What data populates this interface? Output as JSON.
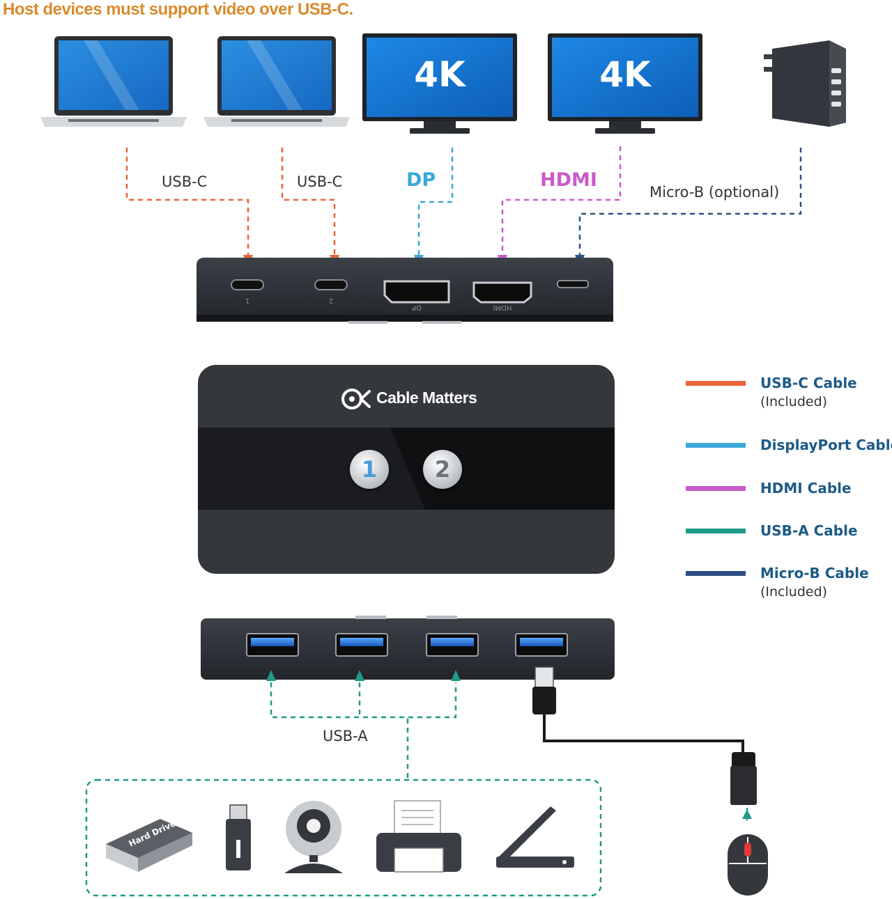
{
  "headline": {
    "text": "Host devices must support video over USB-C.",
    "color": "#d98a2b"
  },
  "monitors": [
    {
      "label": "4K"
    },
    {
      "label": "4K"
    }
  ],
  "connections": {
    "usbc1": {
      "label": "USB-C",
      "color": "#e8643a"
    },
    "usbc2": {
      "label": "USB-C",
      "color": "#e8643a"
    },
    "dp": {
      "label": "DP",
      "color": "#3aa7d9"
    },
    "hdmi": {
      "label": "HDMI",
      "color": "#c95bc9"
    },
    "microb": {
      "label": "Micro-B (optional)",
      "color": "#2f4f86"
    },
    "usba": {
      "label": "USB-A",
      "color": "#1f9a86"
    }
  },
  "device": {
    "brand": "Cable Matters",
    "buttons": [
      "1",
      "2"
    ],
    "rear_port_labels": [
      "1",
      "2",
      "DP",
      "HDMI"
    ]
  },
  "peripherals": {
    "hard_drive_label": "Hard Drive"
  },
  "legend": [
    {
      "label": "USB-C Cable",
      "note": "(Included)",
      "color": "#e8643a"
    },
    {
      "label": "DisplayPort Cable",
      "note": "",
      "color": "#3aa7d9"
    },
    {
      "label": "HDMI Cable",
      "note": "",
      "color": "#c95bc9"
    },
    {
      "label": "USB-A Cable",
      "note": "",
      "color": "#1f9a86"
    },
    {
      "label": "Micro-B Cable",
      "note": "(Included)",
      "color": "#2f4f86"
    }
  ]
}
